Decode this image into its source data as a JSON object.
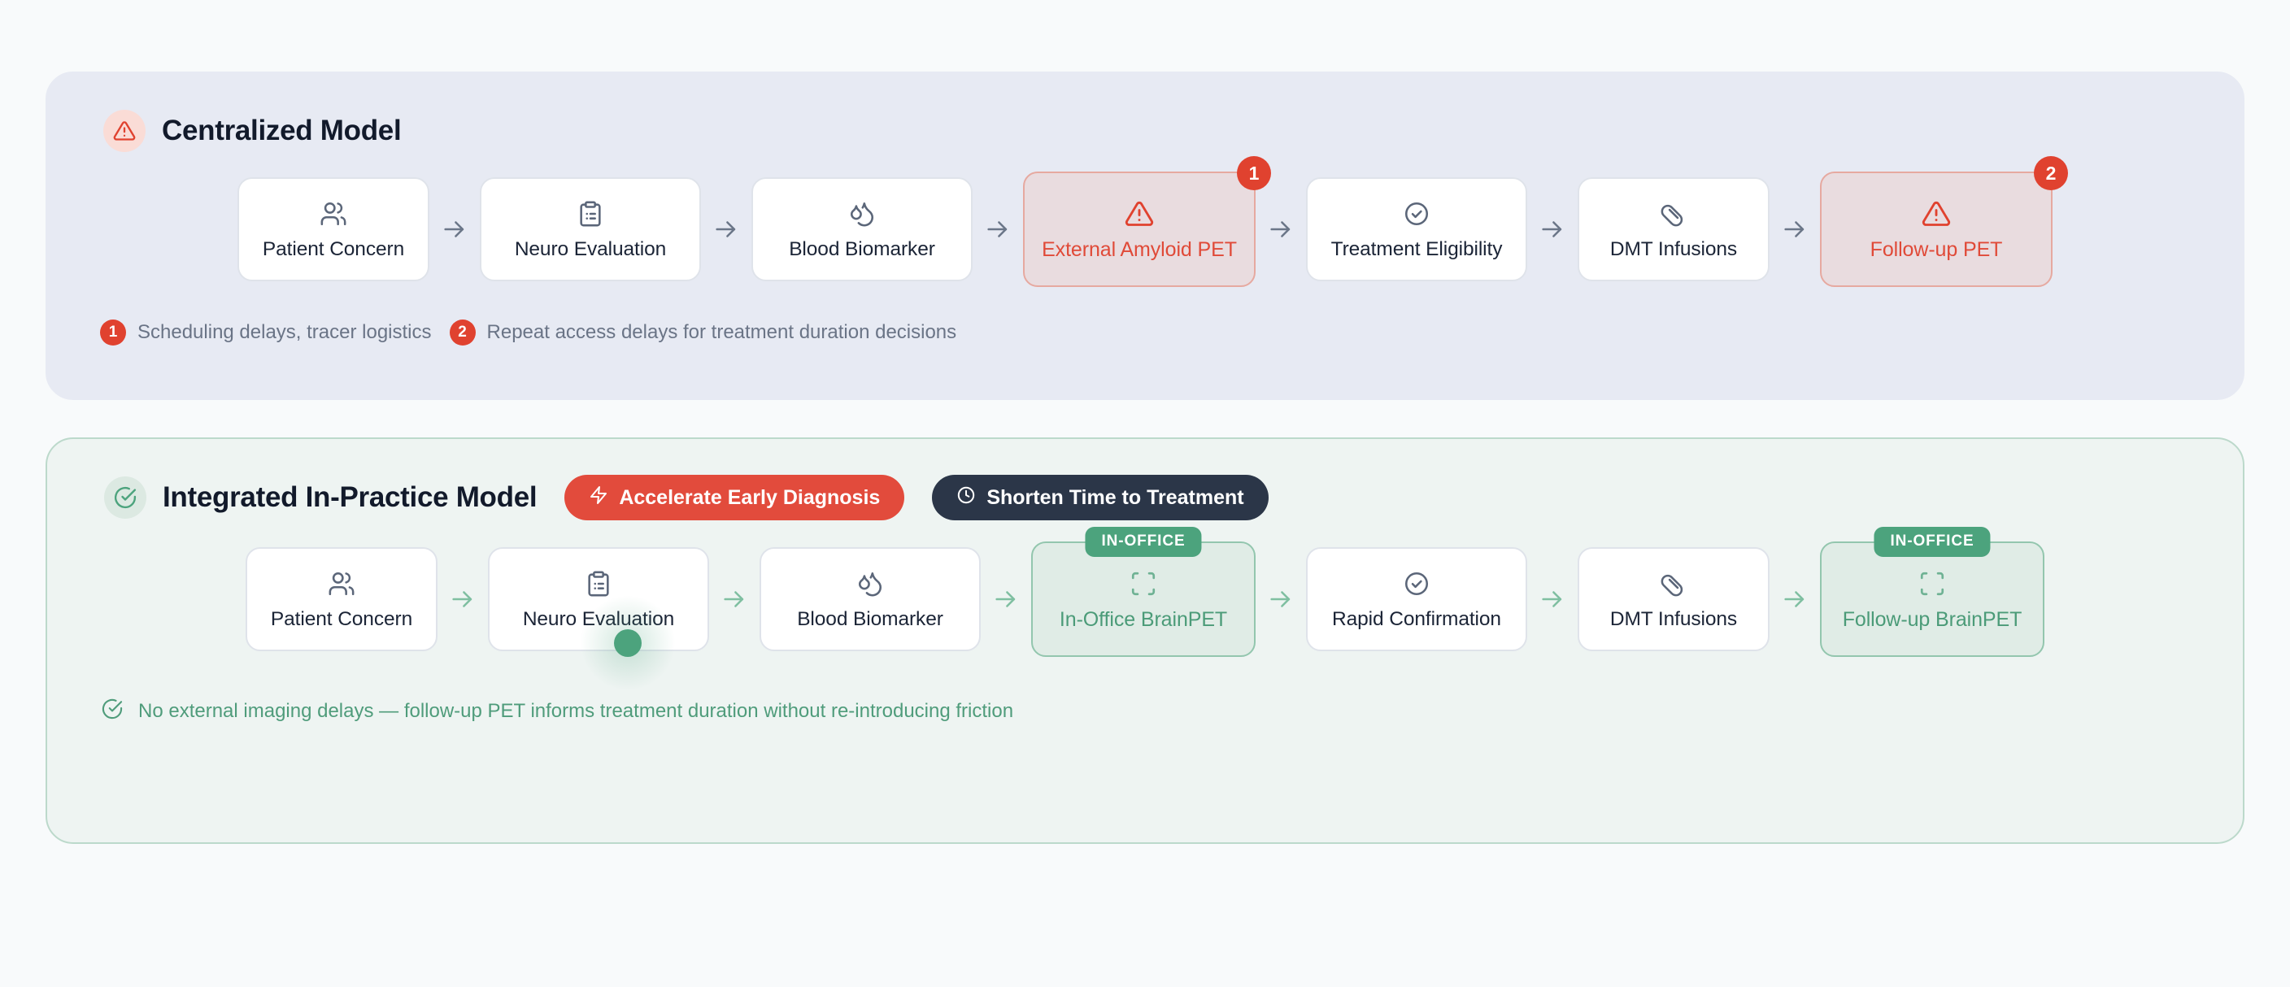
{
  "panels": [
    {
      "id": "centralized",
      "icon": "alert-triangle-icon",
      "title": "Centralized Model",
      "steps": [
        {
          "label": "Patient Concern",
          "icon": "users-icon",
          "state": "normal"
        },
        {
          "label": "Neuro Evaluation",
          "icon": "clipboard-list-icon",
          "state": "normal"
        },
        {
          "label": "Blood Biomarker",
          "icon": "droplets-icon",
          "state": "normal"
        },
        {
          "label": "External Amyloid PET",
          "icon": "alert-triangle-icon",
          "state": "alert",
          "badge": "1"
        },
        {
          "label": "Treatment Eligibility",
          "icon": "check-circle-icon",
          "state": "normal"
        },
        {
          "label": "DMT Infusions",
          "icon": "pill-icon",
          "state": "normal"
        },
        {
          "label": "Follow-up PET",
          "icon": "alert-triangle-icon",
          "state": "alert",
          "badge": "2"
        }
      ],
      "notes": [
        {
          "num": "1",
          "text": "Scheduling delays, tracer logistics"
        },
        {
          "num": "2",
          "text": "Repeat access delays for treatment duration decisions"
        }
      ]
    },
    {
      "id": "integrated",
      "icon": "check-circle-icon",
      "title": "Integrated In-Practice Model",
      "tags": [
        {
          "label": "Accelerate Early Diagnosis",
          "icon": "lightning-icon",
          "color": "#e24b3c",
          "style": "red"
        },
        {
          "label": "Shorten Time to Treatment",
          "icon": "clock-icon",
          "color": "#2b3648",
          "style": "navy"
        }
      ],
      "steps": [
        {
          "label": "Patient Concern",
          "icon": "users-icon",
          "state": "normal"
        },
        {
          "label": "Neuro Evaluation",
          "icon": "clipboard-list-icon",
          "state": "normal",
          "pulse": true
        },
        {
          "label": "Blood Biomarker",
          "icon": "droplets-icon",
          "state": "normal"
        },
        {
          "label": "In-Office BrainPET",
          "icon": "scan-frame-icon",
          "state": "inoffice",
          "tag": "IN-OFFICE"
        },
        {
          "label": "Rapid Confirmation",
          "icon": "check-circle-icon",
          "state": "normal"
        },
        {
          "label": "DMT Infusions",
          "icon": "pill-icon",
          "state": "normal"
        },
        {
          "label": "Follow-up BrainPET",
          "icon": "scan-frame-icon",
          "state": "inoffice",
          "tag": "IN-OFFICE"
        }
      ],
      "success_note": {
        "icon": "check-circle-icon",
        "text": "No external imaging delays — follow-up PET informs treatment duration without re-introducing friction"
      }
    }
  ],
  "colors": {
    "alert_red": "#e0422f",
    "accent_green": "#4ca37d",
    "navy": "#2b3648",
    "panel_blue_bg": "#e7eaf3",
    "panel_green_bg": "#eef4f2",
    "page_bg": "#f8fafb"
  },
  "arrow_glyph": "→"
}
